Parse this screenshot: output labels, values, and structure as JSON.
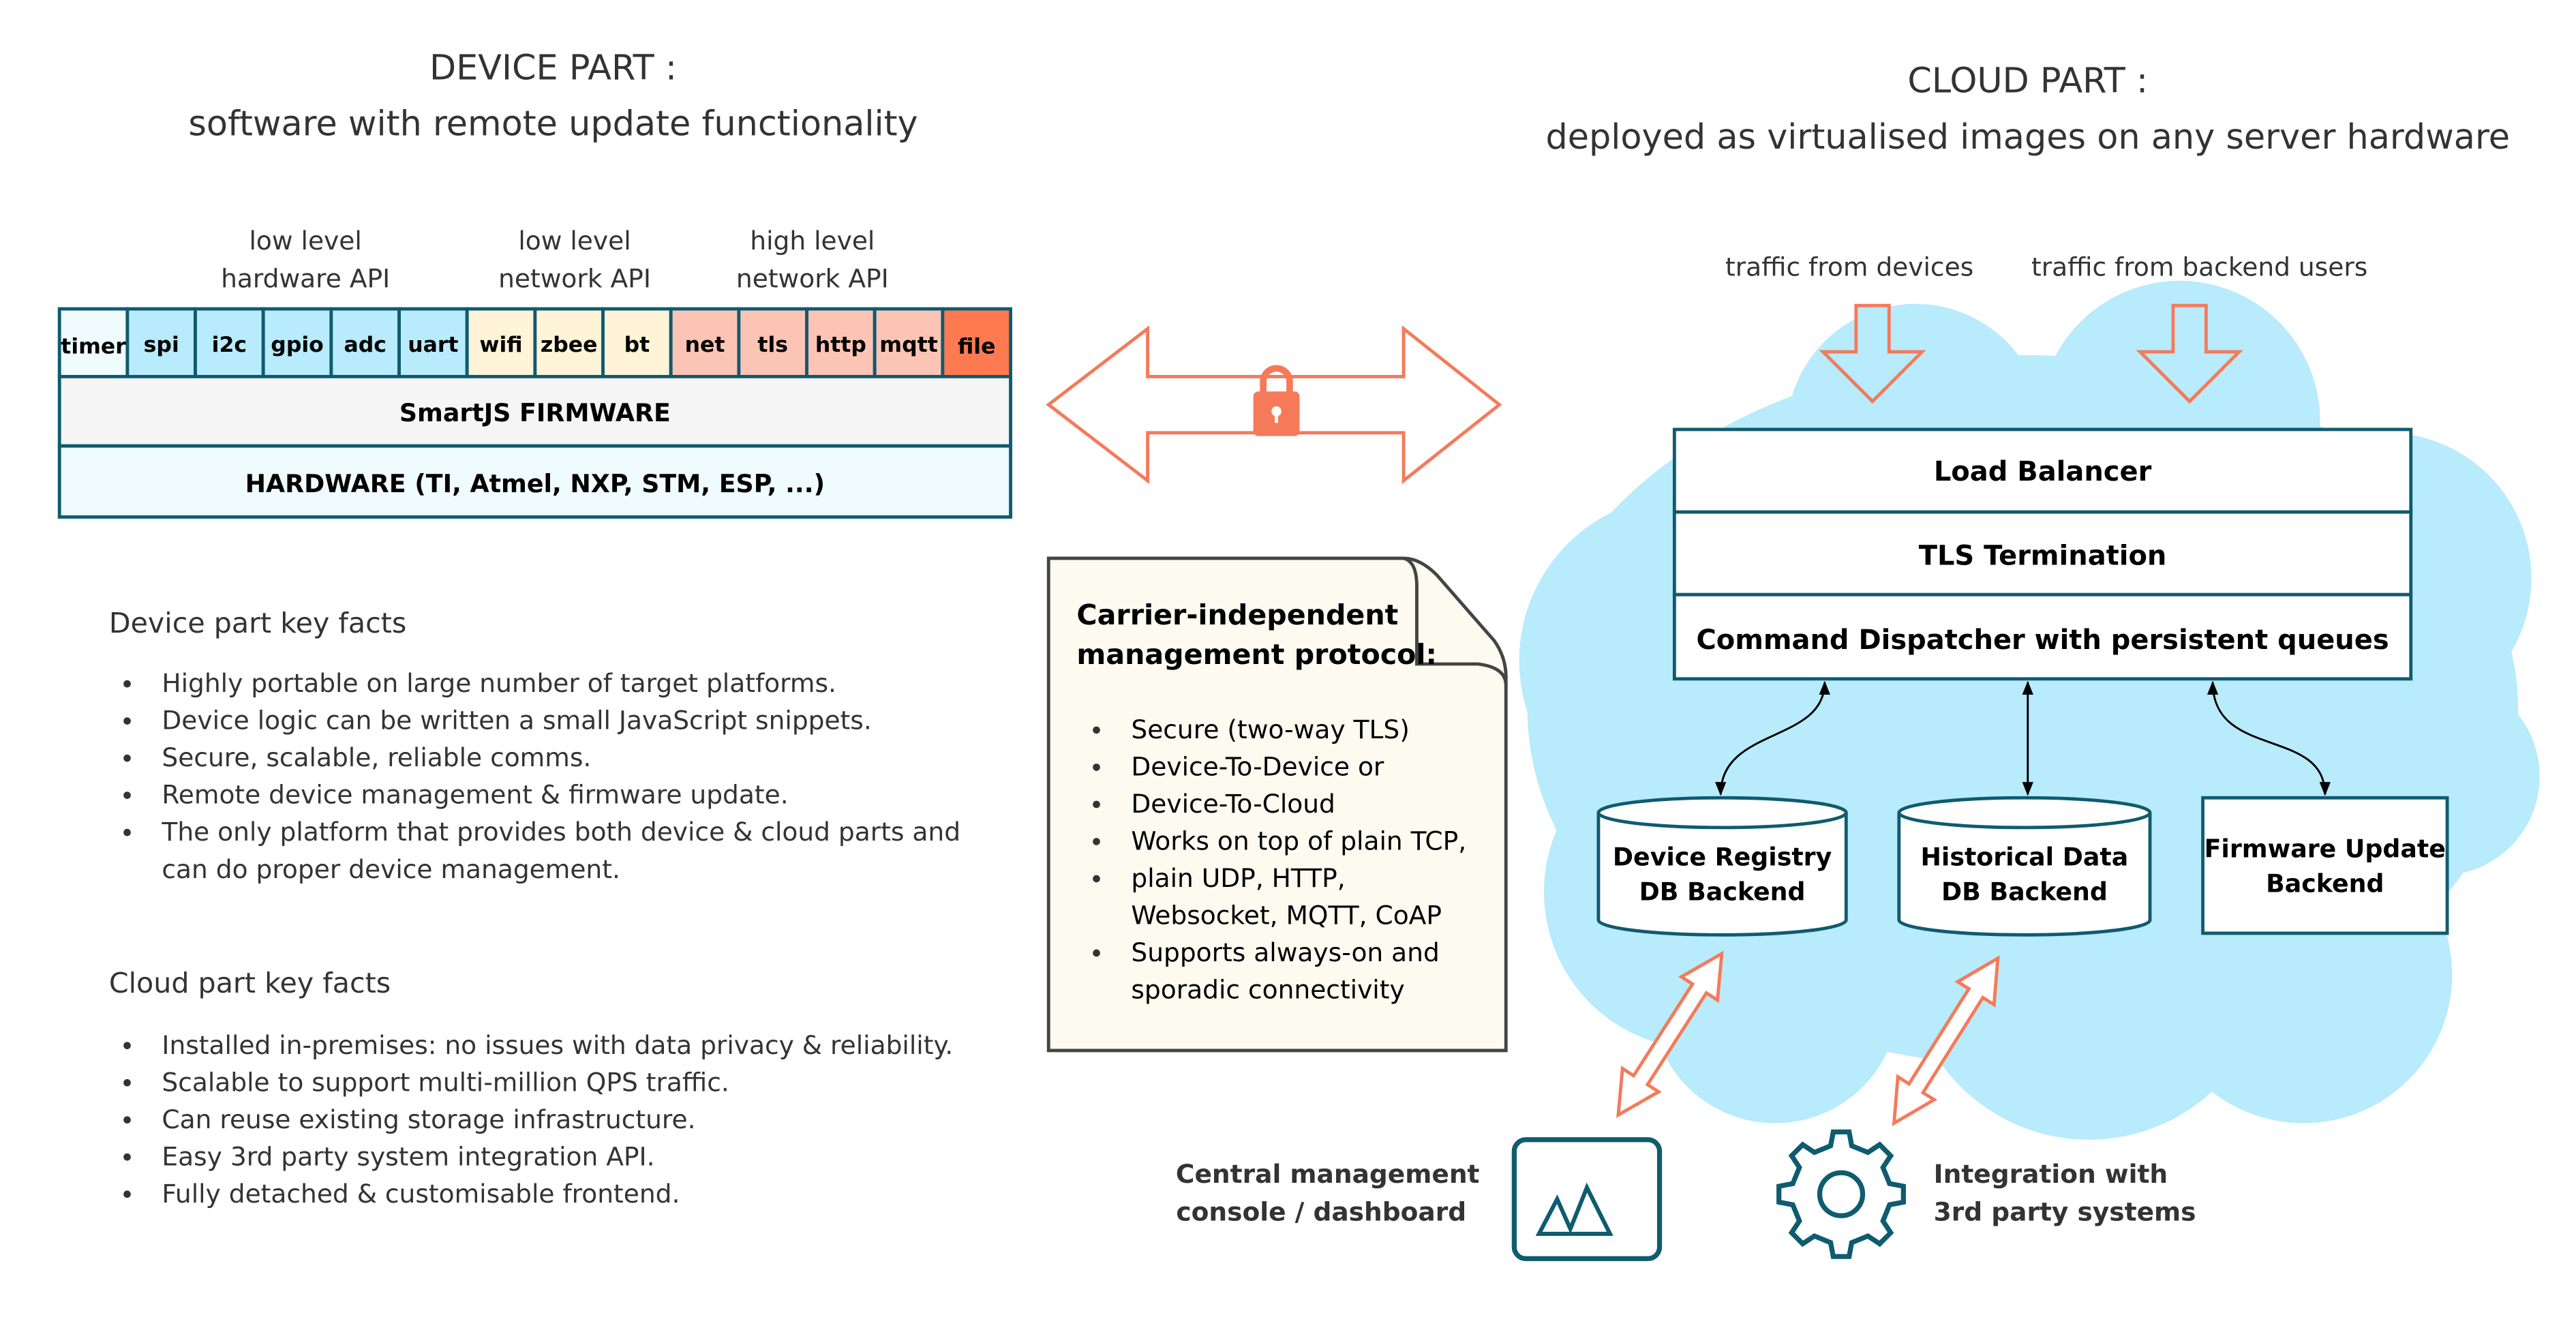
{
  "colors": {
    "teal": "#0f5b6f",
    "cloud": "#b8ebfb",
    "hw_api": "#b8ebfb",
    "net_low": "#fff3d8",
    "net_high": "#fcc4b4",
    "file": "#ff7a50",
    "arrow": "#f47a5a",
    "note_bg": "#fdfaf0"
  },
  "device": {
    "title": "DEVICE PART :",
    "subtitle": "software with remote update functionality",
    "groups": [
      {
        "line1": "low level",
        "line2": "hardware API"
      },
      {
        "line1": "low level",
        "line2": "network API"
      },
      {
        "line1": "high level",
        "line2": "network API"
      }
    ],
    "cells": [
      "timer",
      "spi",
      "i2c",
      "gpio",
      "adc",
      "uart",
      "wifi",
      "zbee",
      "bt",
      "net",
      "tls",
      "http",
      "mqtt",
      "file"
    ],
    "firmware": "SmartJS FIRMWARE",
    "hardware": "HARDWARE (TI, Atmel, NXP, STM, ESP, ...)"
  },
  "device_facts": {
    "heading": "Device part key facts",
    "items": [
      "Highly portable on large number of target platforms.",
      "Device logic can be written a small JavaScript snippets.",
      "Secure, scalable, reliable comms.",
      "Remote device management & firmware update.",
      "The only platform that provides both device & cloud parts and",
      "can do proper device management."
    ]
  },
  "cloud_facts": {
    "heading": "Cloud part key facts",
    "items": [
      "Installed in-premises: no issues with data privacy & reliability.",
      "Scalable to support multi-million QPS traffic.",
      "Can reuse existing storage infrastructure.",
      "Easy 3rd party system integration API.",
      "Fully detached & customisable frontend."
    ]
  },
  "protocol": {
    "heading1": "Carrier-independent",
    "heading2": "management protocol:",
    "lines": [
      "Secure (two-way TLS)",
      "Device-To-Device or",
      "Device-To-Cloud",
      "Works on top of plain TCP,",
      "plain UDP, HTTP,",
      "Websocket, MQTT, CoAP",
      "Supports always-on and",
      "sporadic connectivity"
    ],
    "icon": "lock-icon"
  },
  "cloud": {
    "title": "CLOUD PART :",
    "subtitle": "deployed as virtualised images on any server hardware",
    "traffic_devices": "traffic from devices",
    "traffic_users": "traffic from backend users",
    "stack": [
      "Load Balancer",
      "TLS Termination",
      "Command Dispatcher with persistent queues"
    ],
    "registry": {
      "line1": "Device Registry",
      "line2": "DB Backend"
    },
    "historical": {
      "line1": "Historical Data",
      "line2": "DB Backend"
    },
    "firmware": {
      "line1": "Firmware Update",
      "line2": "Backend"
    }
  },
  "bottom": {
    "console": {
      "line1": "Central management",
      "line2": "console / dashboard",
      "icon": "dashboard-image-icon"
    },
    "integration": {
      "line1": "Integration with",
      "line2": "3rd party systems",
      "icon": "gear-icon"
    }
  }
}
